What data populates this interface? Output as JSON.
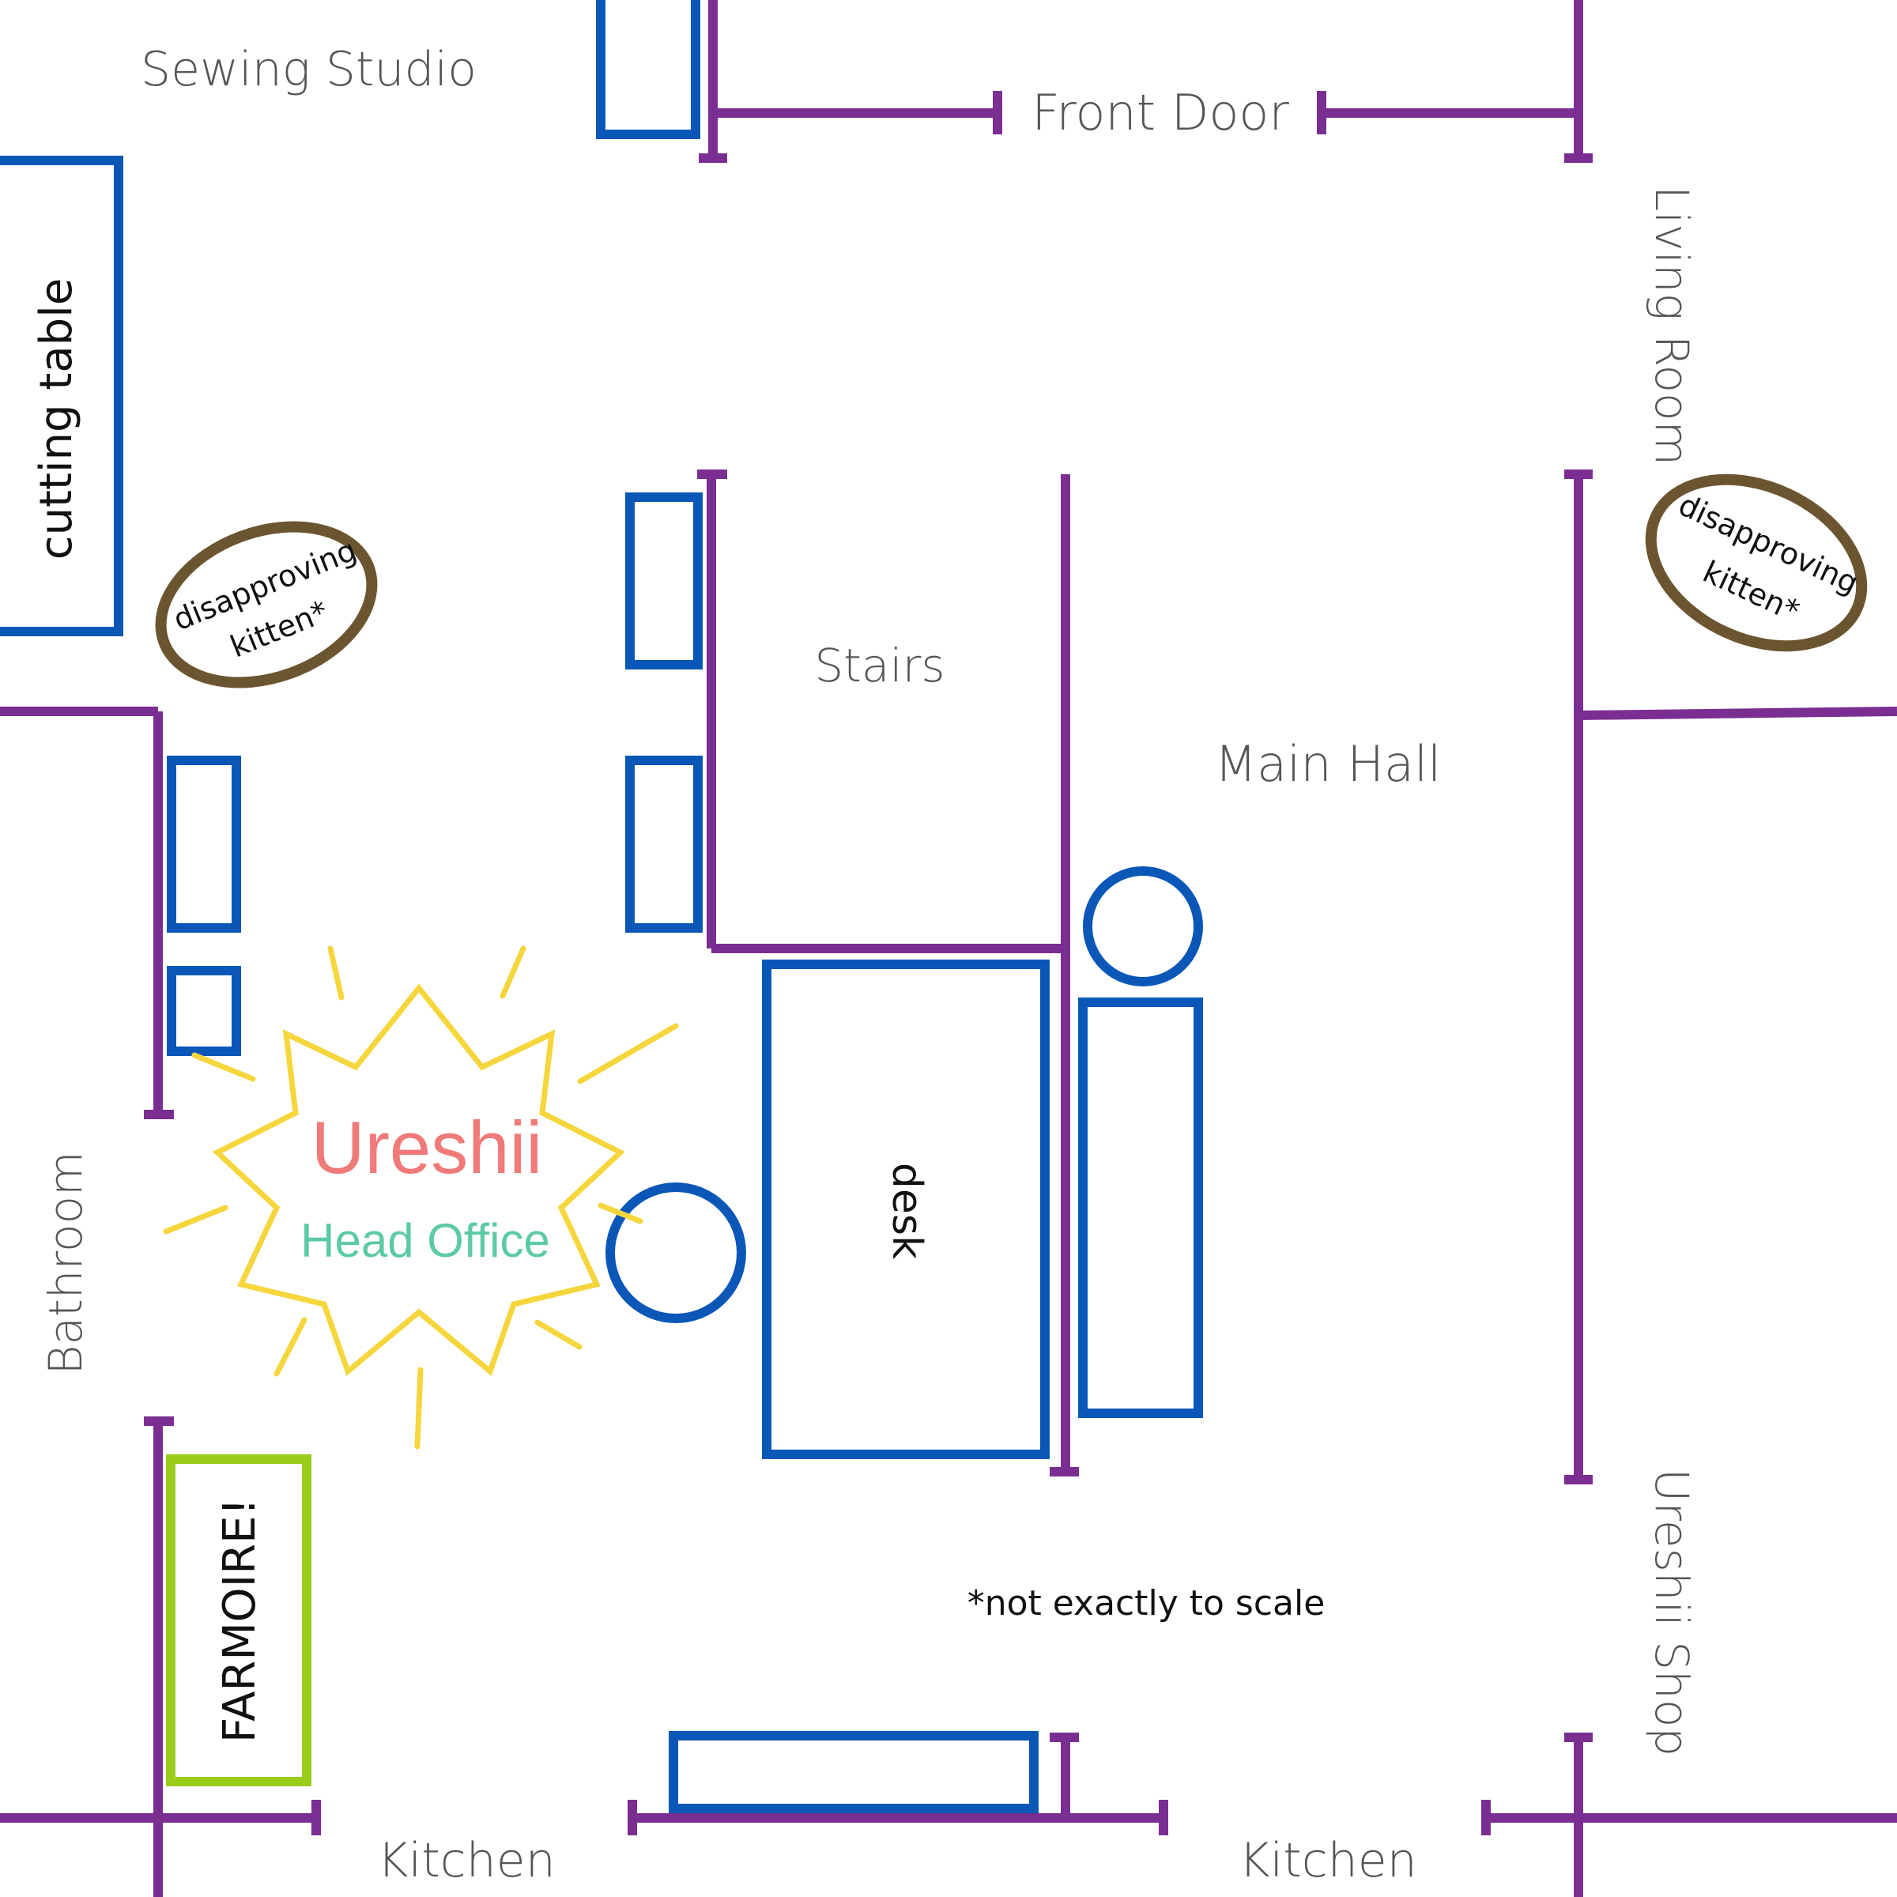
{
  "rooms": {
    "sewing_studio": "Sewing Studio",
    "front_door": "Front Door",
    "living_room": "Living Room",
    "stairs": "Stairs",
    "main_hall": "Main Hall",
    "bathroom": "Bathroom",
    "kitchen_left": "Kitchen",
    "kitchen_right": "Kitchen",
    "ureshii_shop": "Ureshii Shop"
  },
  "furniture": {
    "cutting_table": "cutting table",
    "desk": "desk",
    "farmoire": "FARMOIRE!"
  },
  "kittens": {
    "left": {
      "line1": "disapproving",
      "line2": "kitten*"
    },
    "right": {
      "line1": "disapproving",
      "line2": "kitten*"
    }
  },
  "badge": {
    "title": "Ureshii",
    "subtitle": "Head Office",
    "title_color": "#f07a7a",
    "subtitle_color": "#5cc9a7",
    "burst_color": "#f5d63d"
  },
  "footnote": "*not exactly to scale",
  "colors": {
    "walls": "#7a2e92",
    "furniture": "#0b57b8",
    "kitten_ring": "#6b5530",
    "farmoire": "#9acd1a"
  }
}
